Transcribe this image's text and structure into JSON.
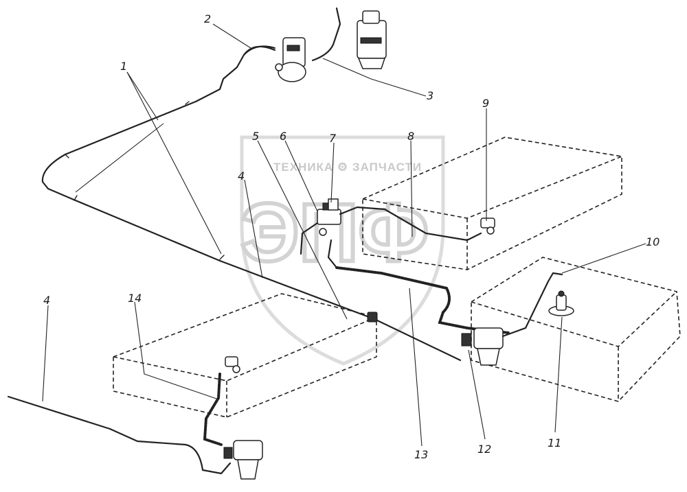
{
  "watermark": {
    "brand_line": "ТЕХНИКА ⚙ ЗАПЧАСТИ",
    "logo_letters": "ЭПФ"
  },
  "callouts": [
    {
      "id": "c1",
      "label": "1"
    },
    {
      "id": "c2",
      "label": "2"
    },
    {
      "id": "c3",
      "label": "3"
    },
    {
      "id": "c4a",
      "label": "4"
    },
    {
      "id": "c4b",
      "label": "4"
    },
    {
      "id": "c5",
      "label": "5"
    },
    {
      "id": "c6",
      "label": "6"
    },
    {
      "id": "c7",
      "label": "7"
    },
    {
      "id": "c8",
      "label": "8"
    },
    {
      "id": "c9",
      "label": "9"
    },
    {
      "id": "c10",
      "label": "10"
    },
    {
      "id": "c11",
      "label": "11"
    },
    {
      "id": "c12",
      "label": "12"
    },
    {
      "id": "c13",
      "label": "13"
    },
    {
      "id": "c14",
      "label": "14"
    }
  ]
}
